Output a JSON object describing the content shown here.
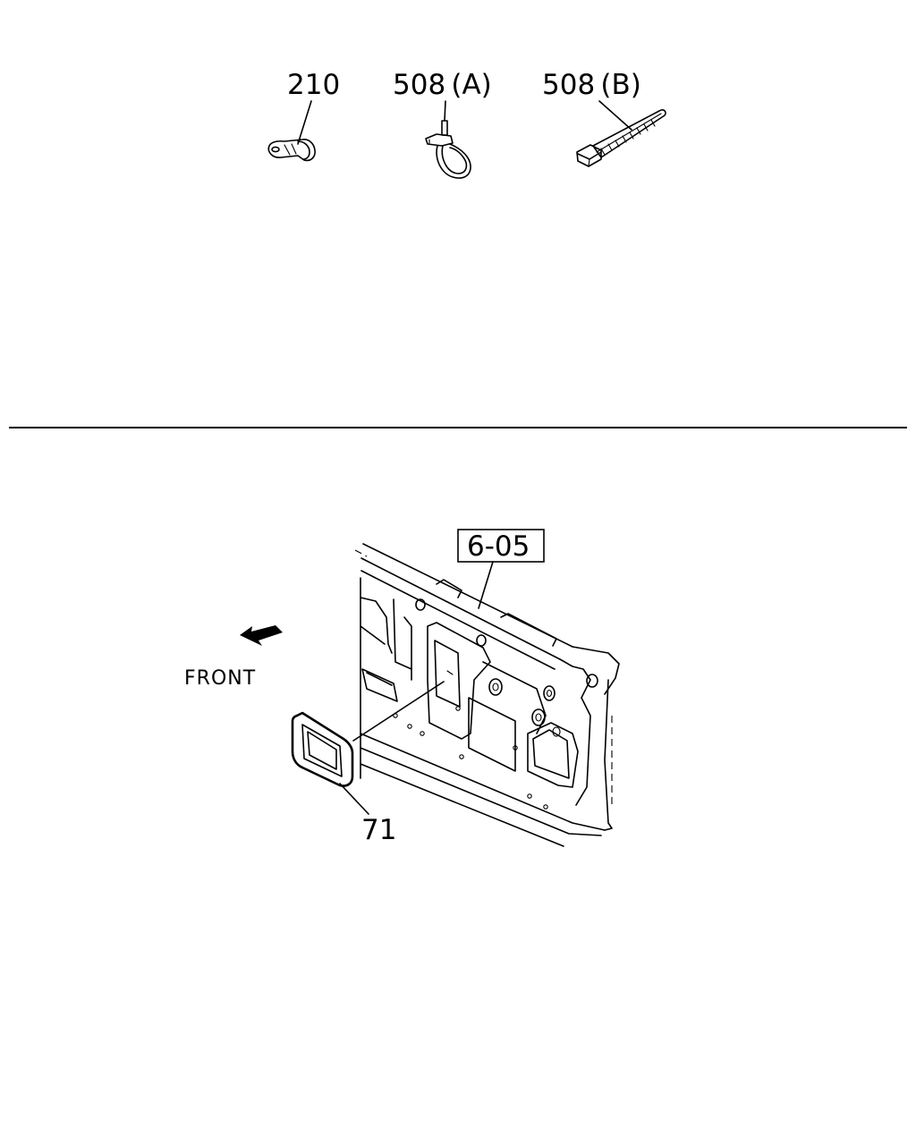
{
  "parts_top": {
    "clip": {
      "label": "210",
      "icon": "pipe-clip-icon"
    },
    "band_a": {
      "label": "508 (A)",
      "icon": "cable-band-icon"
    },
    "band_b": {
      "label": "508 (B)",
      "icon": "cable-tie-icon"
    }
  },
  "panel": {
    "ref": "6-05",
    "grommet_label": "71",
    "front_label": "FRONT",
    "front_icon": "front-arrow-icon"
  }
}
